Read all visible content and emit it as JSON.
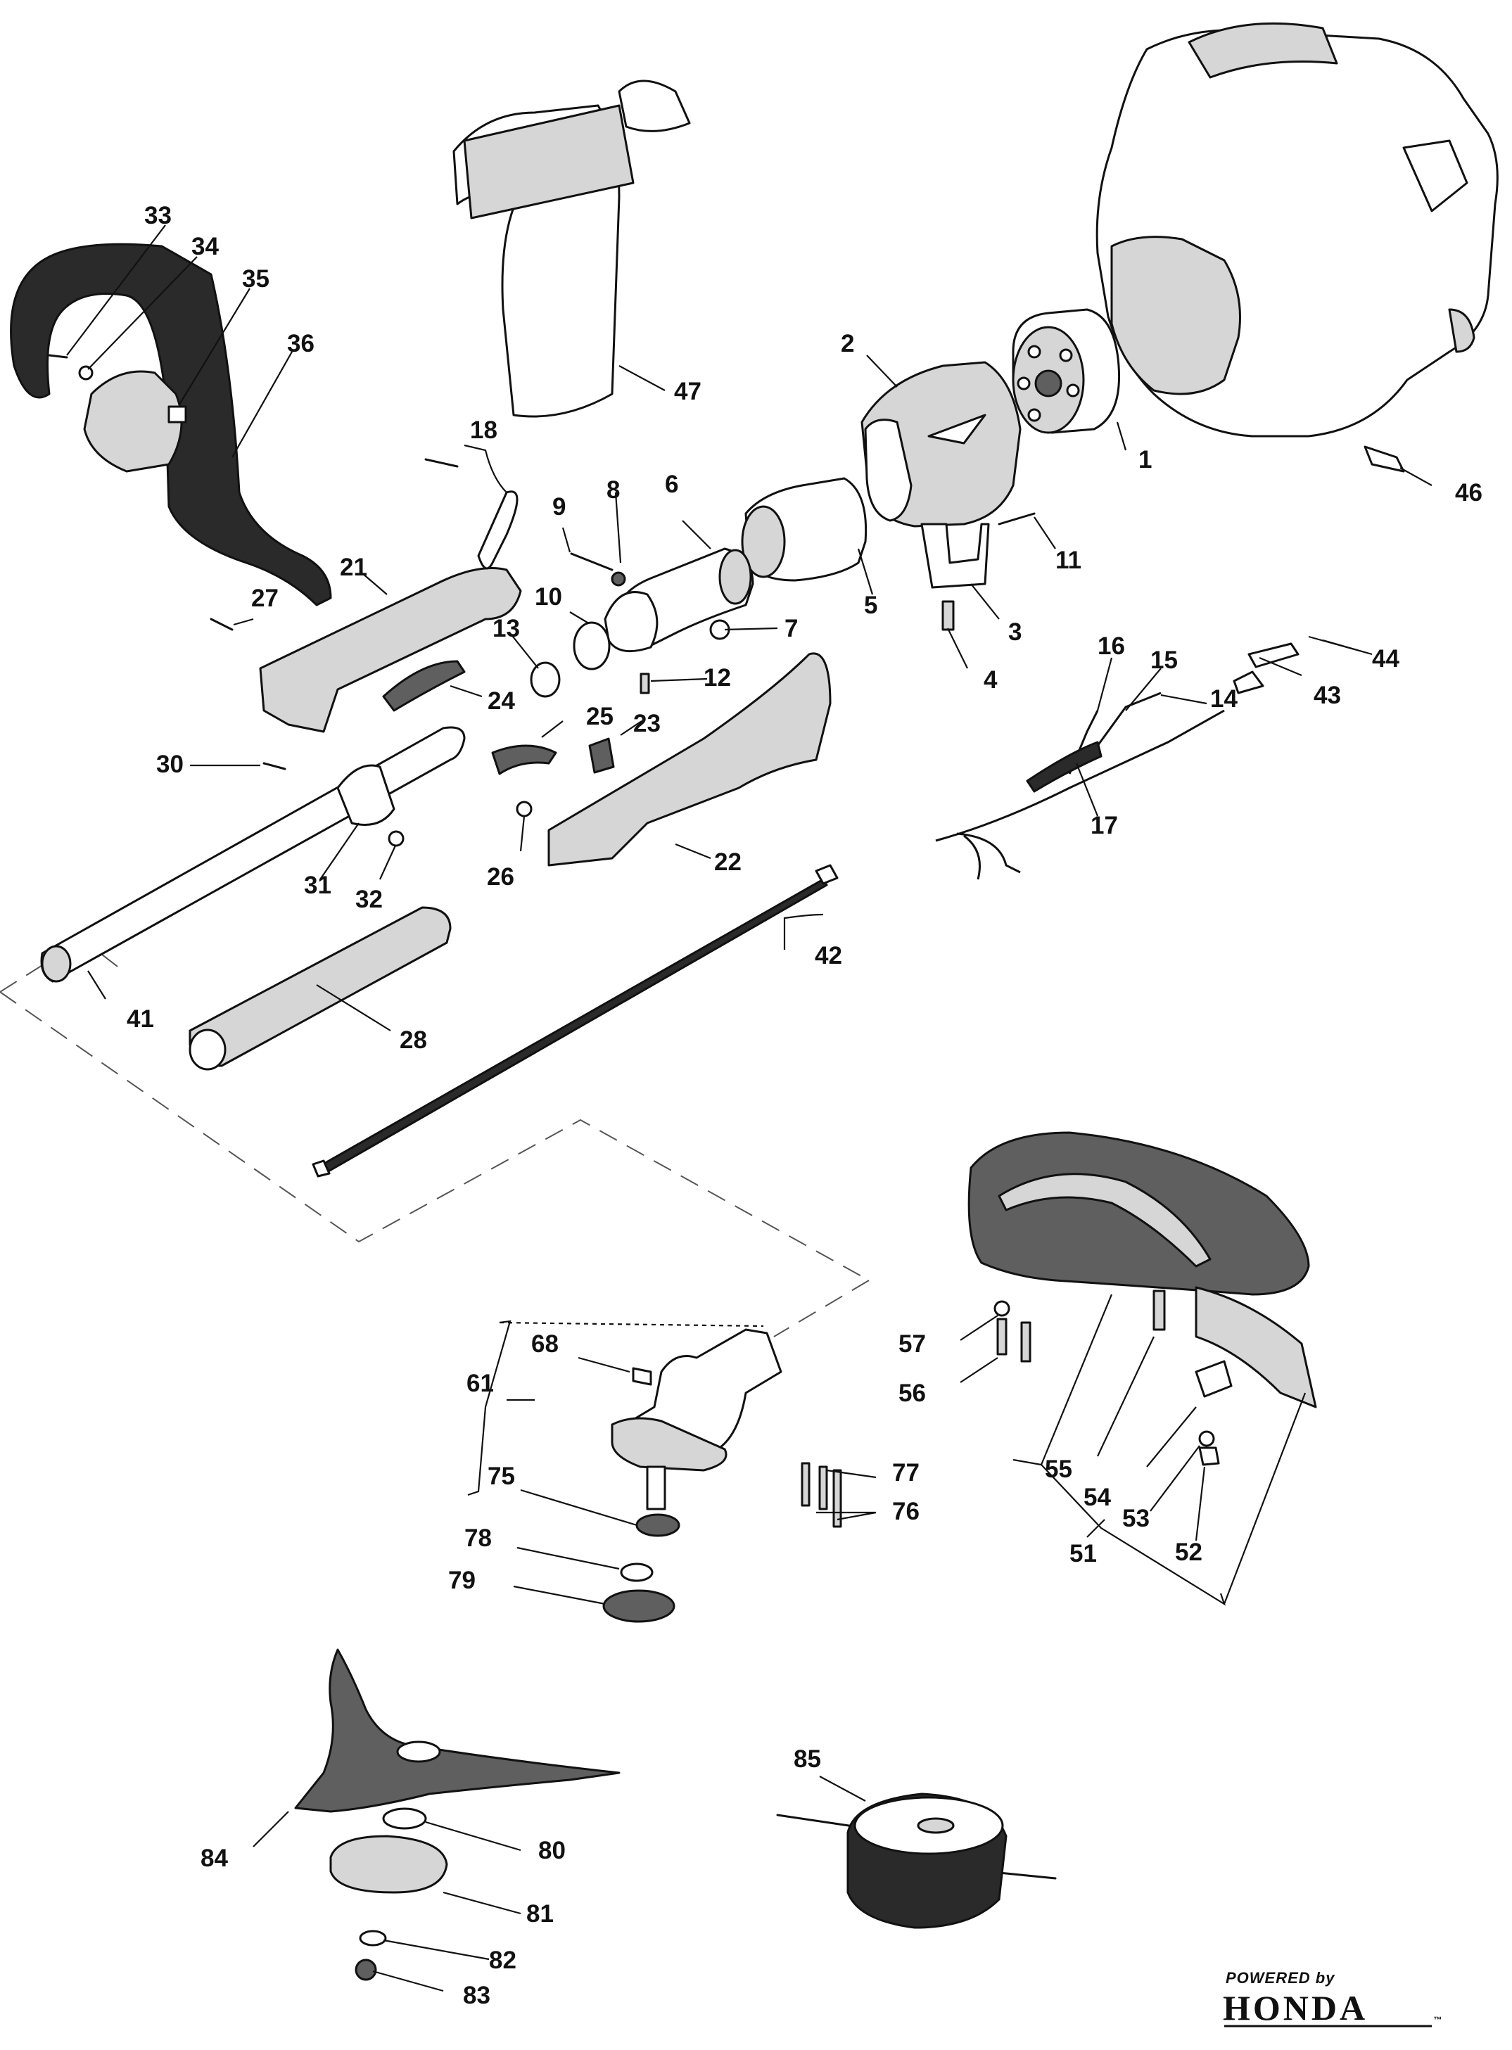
{
  "colors": {
    "line": "#111111",
    "part_fill": "#ffffff",
    "part_shade": "#d6d6d6",
    "part_dark": "#5f5f5f",
    "part_black": "#2a2a2a"
  },
  "callouts": [
    {
      "id": "1",
      "label": "1"
    },
    {
      "id": "2",
      "label": "2"
    },
    {
      "id": "3",
      "label": "3"
    },
    {
      "id": "4",
      "label": "4"
    },
    {
      "id": "5",
      "label": "5"
    },
    {
      "id": "6",
      "label": "6"
    },
    {
      "id": "7",
      "label": "7"
    },
    {
      "id": "8",
      "label": "8"
    },
    {
      "id": "9",
      "label": "9"
    },
    {
      "id": "10",
      "label": "10"
    },
    {
      "id": "11",
      "label": "11"
    },
    {
      "id": "12",
      "label": "12"
    },
    {
      "id": "13",
      "label": "13"
    },
    {
      "id": "14",
      "label": "14"
    },
    {
      "id": "15",
      "label": "15"
    },
    {
      "id": "16",
      "label": "16"
    },
    {
      "id": "17",
      "label": "17"
    },
    {
      "id": "18",
      "label": "18"
    },
    {
      "id": "21",
      "label": "21"
    },
    {
      "id": "22",
      "label": "22"
    },
    {
      "id": "23",
      "label": "23"
    },
    {
      "id": "24",
      "label": "24"
    },
    {
      "id": "25",
      "label": "25"
    },
    {
      "id": "26",
      "label": "26"
    },
    {
      "id": "27",
      "label": "27"
    },
    {
      "id": "28",
      "label": "28"
    },
    {
      "id": "30",
      "label": "30"
    },
    {
      "id": "31",
      "label": "31"
    },
    {
      "id": "32",
      "label": "32"
    },
    {
      "id": "33",
      "label": "33"
    },
    {
      "id": "34",
      "label": "34"
    },
    {
      "id": "35",
      "label": "35"
    },
    {
      "id": "36",
      "label": "36"
    },
    {
      "id": "41",
      "label": "41"
    },
    {
      "id": "42",
      "label": "42"
    },
    {
      "id": "43",
      "label": "43"
    },
    {
      "id": "44",
      "label": "44"
    },
    {
      "id": "46",
      "label": "46"
    },
    {
      "id": "47",
      "label": "47"
    },
    {
      "id": "51",
      "label": "51"
    },
    {
      "id": "52",
      "label": "52"
    },
    {
      "id": "53",
      "label": "53"
    },
    {
      "id": "54",
      "label": "54"
    },
    {
      "id": "55",
      "label": "55"
    },
    {
      "id": "56",
      "label": "56"
    },
    {
      "id": "57",
      "label": "57"
    },
    {
      "id": "61",
      "label": "61"
    },
    {
      "id": "68",
      "label": "68"
    },
    {
      "id": "75",
      "label": "75"
    },
    {
      "id": "76",
      "label": "76"
    },
    {
      "id": "77",
      "label": "77"
    },
    {
      "id": "78",
      "label": "78"
    },
    {
      "id": "79",
      "label": "79"
    },
    {
      "id": "80",
      "label": "80"
    },
    {
      "id": "81",
      "label": "81"
    },
    {
      "id": "82",
      "label": "82"
    },
    {
      "id": "83",
      "label": "83"
    },
    {
      "id": "84",
      "label": "84"
    },
    {
      "id": "85",
      "label": "85"
    }
  ],
  "logo": {
    "tagline": "POWERED by",
    "brand": "HONDA"
  }
}
